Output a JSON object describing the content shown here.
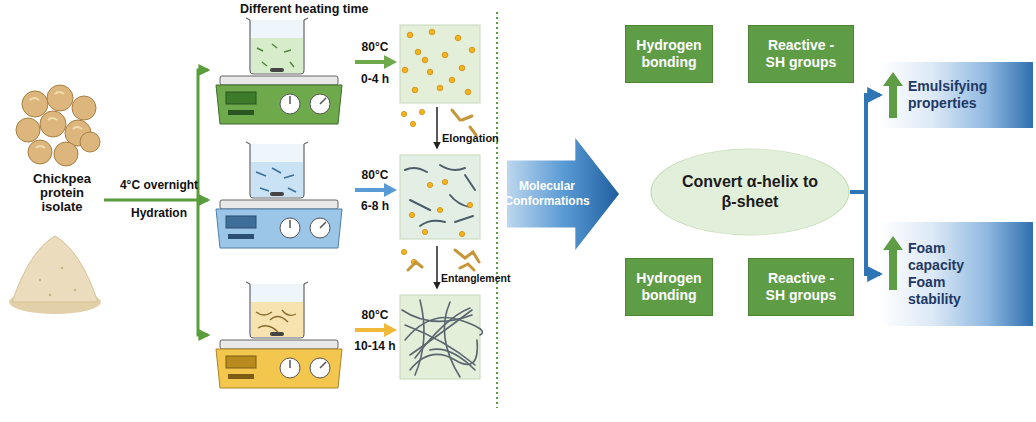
{
  "diagram": {
    "nodes": [
      {
        "text": [
          "Molecular Conformations"
        ]
      },
      {
        "text": [
          "Hydrogen bonding"
        ]
      },
      {
        "text": [
          "Reactive -SH groups"
        ]
      },
      {
        "text": [
          "Convert α-helix to β-sheet"
        ]
      },
      {
        "text": [
          "Hydrogen bonding"
        ]
      },
      {
        "text": [
          "Reactive -SH groups"
        ]
      },
      {
        "text": [
          "Emulsifying properties"
        ]
      },
      {
        "text": [
          "Foam capacity Foam stability"
        ]
      }
    ],
    "edges": [
      {
        "from": 3,
        "to": 6,
        "arrow": "to"
      },
      {
        "from": 3,
        "to": 7,
        "arrow": "to"
      }
    ],
    "labels": [
      "Different heating time",
      "Chickpea protein isolate",
      "4°C overnight",
      "Hydration",
      "80°C",
      "0-4 h",
      "Elongation",
      "80°C",
      "6-8 h",
      "Entanglement",
      "80°C",
      "10-14 h"
    ]
  }
}
